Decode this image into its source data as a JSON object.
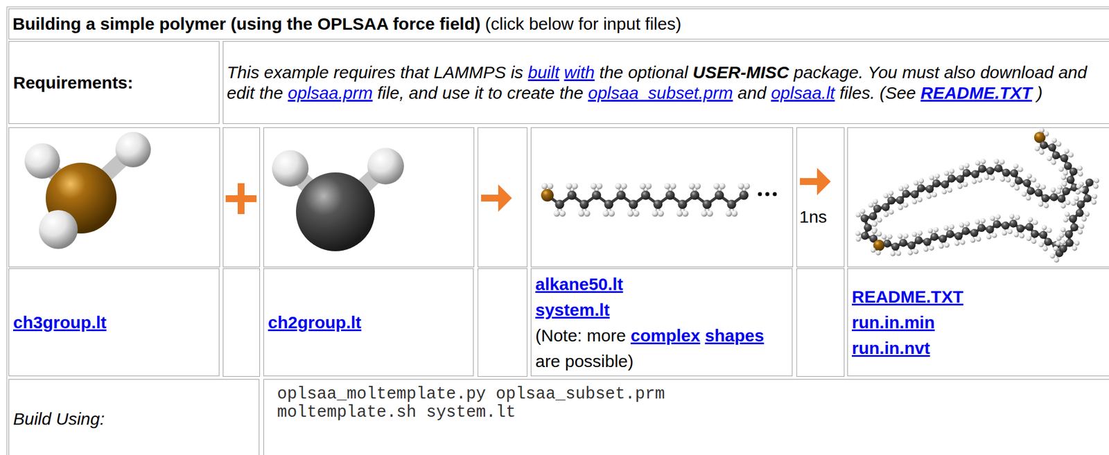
{
  "diagram": {
    "title": "Building a simple polymer (using the OPLSAA force field)",
    "nodes": [
      {
        "text": [
          "Requirements:"
        ]
      },
      {
        "text": [
          "This example requires that LAMMPS is built with the optional USER-MISC package. You must also download and edit the oplsaa.prm file, and use it to create the oplsaa_subset.prm and oplsaa.lt files. (See README.TXT )"
        ]
      },
      {
        "text": [
          "ch3group.lt"
        ]
      },
      {
        "text": [
          "ch2group.lt"
        ]
      },
      {
        "text": [
          "alkane50.lt",
          "system.lt",
          "(Note: more complex shapes are possible)"
        ]
      },
      {
        "text": [
          "README.TXT",
          "run.in.min",
          "run.in.nvt"
        ]
      },
      {
        "text": [
          "Build Using:"
        ]
      },
      {
        "text": [
          "oplsaa_moltemplate.py oplsaa_subset.prm",
          "moltemplate.sh system.lt"
        ]
      }
    ],
    "labels": [
      "(click below for input files)",
      "1ns"
    ]
  }
}
